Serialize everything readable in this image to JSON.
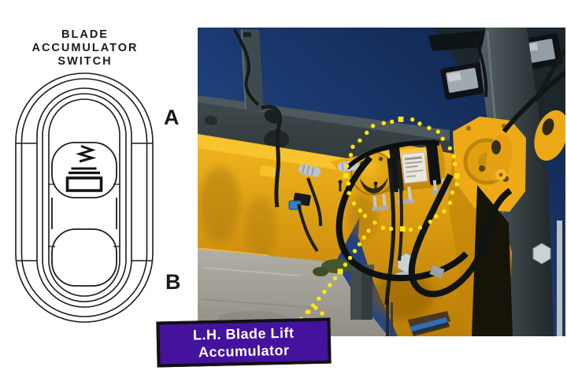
{
  "switch_panel": {
    "title_lines": [
      "BLADE",
      "ACCUMULATOR",
      "SWITCH"
    ],
    "position_top_label": "A",
    "position_bottom_label": "B"
  },
  "callout": {
    "line1": "L.H. Blade Lift",
    "line2": "Accumulator"
  },
  "colors": {
    "callout_background": "#45129e",
    "callout_border": "#111111",
    "callout_text": "#ffffff",
    "highlight_dots": "#ffe70f",
    "machine_yellow": "#eaa415",
    "sky_blue": "#1b3a71",
    "diagram_ink": "#1a1a1a"
  },
  "icons": {
    "accumulator_symbol": "accumulator-charge-icon"
  }
}
